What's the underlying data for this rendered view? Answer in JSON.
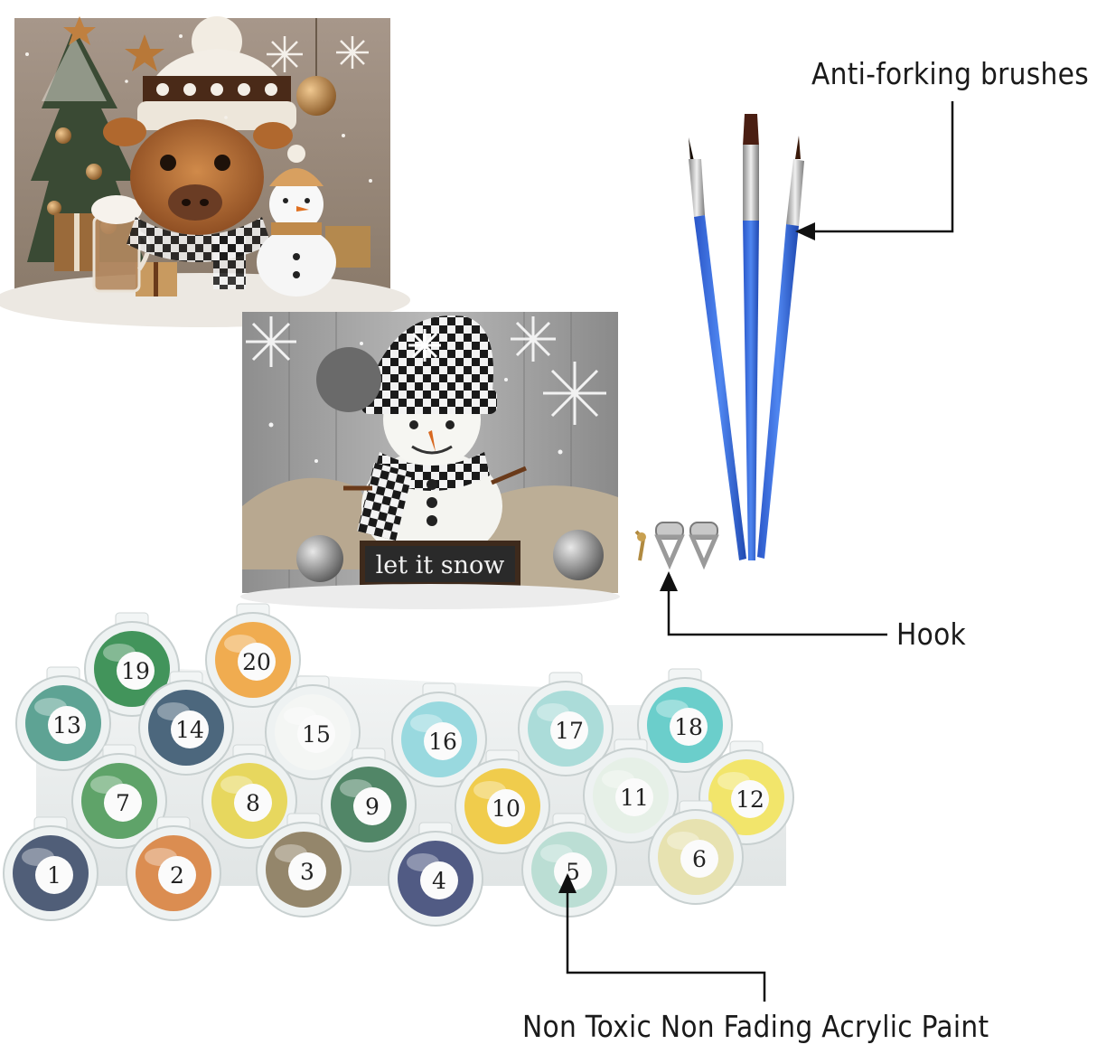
{
  "labels": {
    "brushes": "Anti-forking brushes",
    "hook": "Hook",
    "paint": "Non Toxic Non Fading Acrylic Paint"
  },
  "snowman_sign": "let it snow",
  "paint_pots": [
    {
      "number": "1",
      "color": "#3e4e6a"
    },
    {
      "number": "2",
      "color": "#d8823f"
    },
    {
      "number": "3",
      "color": "#8a7a5c"
    },
    {
      "number": "4",
      "color": "#3f4a78"
    },
    {
      "number": "5",
      "color": "#b5dcd0"
    },
    {
      "number": "6",
      "color": "#e6e0a8"
    },
    {
      "number": "7",
      "color": "#4f9a5a"
    },
    {
      "number": "8",
      "color": "#e6d44e"
    },
    {
      "number": "9",
      "color": "#3f7a58"
    },
    {
      "number": "10",
      "color": "#f0c83a"
    },
    {
      "number": "11",
      "color": "#e4efe6"
    },
    {
      "number": "12",
      "color": "#f2e35c"
    },
    {
      "number": "13",
      "color": "#4e9a8a"
    },
    {
      "number": "14",
      "color": "#3a5870"
    },
    {
      "number": "15",
      "color": "#f4f6f4"
    },
    {
      "number": "16",
      "color": "#8fd6dd"
    },
    {
      "number": "17",
      "color": "#a3d9d6"
    },
    {
      "number": "18",
      "color": "#5ccac6"
    },
    {
      "number": "19",
      "color": "#2f8a4a"
    },
    {
      "number": "20",
      "color": "#f0a43e"
    }
  ]
}
